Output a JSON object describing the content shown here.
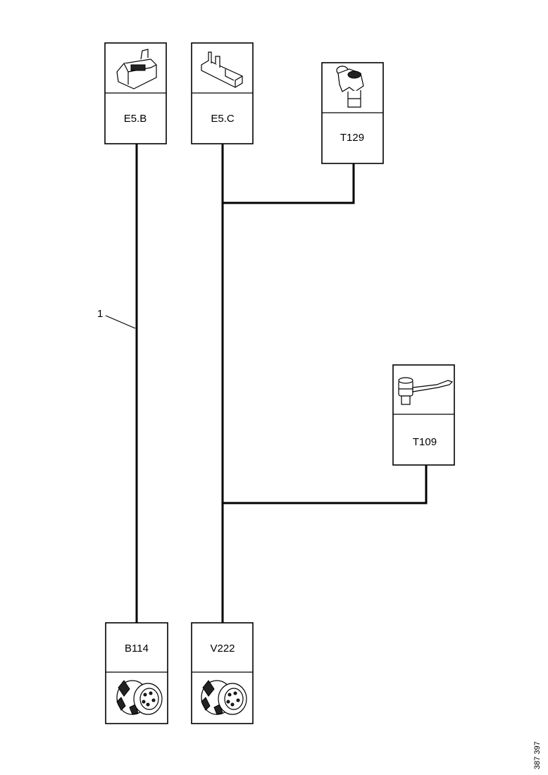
{
  "components": {
    "e5b": {
      "label": "E5.B",
      "icon": "connector-housing-icon"
    },
    "e5c": {
      "label": "E5.C",
      "icon": "terminal-pin-icon"
    },
    "t129": {
      "label": "T129",
      "icon": "sensor-icon"
    },
    "t109": {
      "label": "T109",
      "icon": "sensor-with-lead-icon"
    },
    "b114": {
      "label": "B114",
      "icon": "round-connector-icon"
    },
    "v222": {
      "label": "V222",
      "icon": "round-connector-icon"
    }
  },
  "callouts": {
    "wire_1": "1"
  },
  "figure_number": "387 397"
}
